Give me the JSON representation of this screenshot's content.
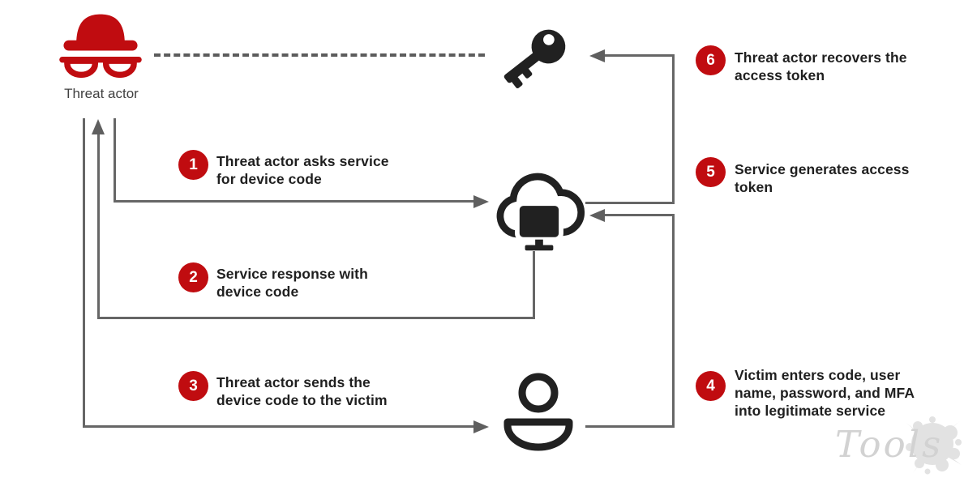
{
  "diagram": {
    "title_semantic": "Device code phishing flow",
    "actors": {
      "threat_actor": {
        "label": "Threat actor",
        "icon": "spy-hat-glasses-icon",
        "color": "#c00c10"
      },
      "access_token": {
        "icon": "key-icon",
        "color": "#212121"
      },
      "service": {
        "icon": "cloud-computer-icon",
        "color": "#212121"
      },
      "victim": {
        "icon": "person-icon",
        "color": "#212121"
      }
    },
    "steps": [
      {
        "number": "1",
        "text": "Threat actor asks service\nfor device code"
      },
      {
        "number": "2",
        "text": "Service response with\ndevice code"
      },
      {
        "number": "3",
        "text": "Threat actor sends the\ndevice code to the victim"
      },
      {
        "number": "4",
        "text": "Victim enters code, user\nname, password, and MFA\ninto legitimate service"
      },
      {
        "number": "5",
        "text": "Service generates access\ntoken"
      },
      {
        "number": "6",
        "text": "Threat actor recovers the\naccess token"
      }
    ],
    "watermark": "Tools",
    "colors": {
      "accent_red": "#c00c10",
      "line_gray": "#666666",
      "icon_black": "#212121",
      "text_dark": "#1f1f1f",
      "watermark_gray": "#d2d2d2"
    }
  }
}
